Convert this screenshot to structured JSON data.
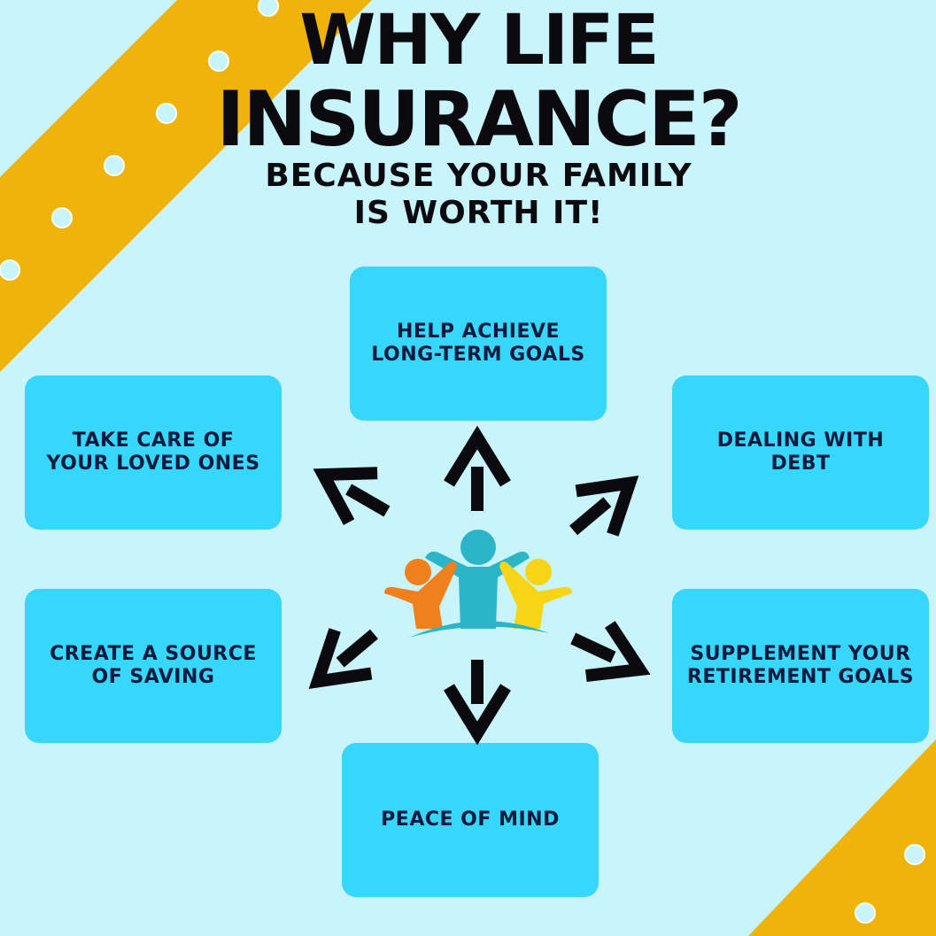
{
  "header": {
    "title_line1": "WHY LIFE",
    "title_line2": "INSURANCE?",
    "subtitle_line1": "BECAUSE YOUR FAMILY",
    "subtitle_line2": "IS WORTH IT!"
  },
  "benefits": [
    {
      "id": "top",
      "label": "HELP ACHIEVE\nLONG-TERM GOALS"
    },
    {
      "id": "upper-left",
      "label": "TAKE CARE OF\nYOUR LOVED ONES"
    },
    {
      "id": "upper-right",
      "label": "DEALING WITH\nDEBT"
    },
    {
      "id": "lower-left",
      "label": "CREATE A SOURCE\nOF SAVING"
    },
    {
      "id": "lower-right",
      "label": "SUPPLEMENT YOUR\nRETIREMENT GOALS"
    },
    {
      "id": "bottom",
      "label": "PEACE OF MIND"
    }
  ],
  "center_icon": "family-people-icon",
  "colors": {
    "background": "#c9f4fb",
    "stripe": "#f0b30a",
    "box": "#36d7fb",
    "box_text": "#0d1a3d",
    "title_text": "#0b0b0f",
    "figure_center": "#2bb5c8",
    "figure_left": "#f07f1e",
    "figure_right": "#f5d515"
  }
}
